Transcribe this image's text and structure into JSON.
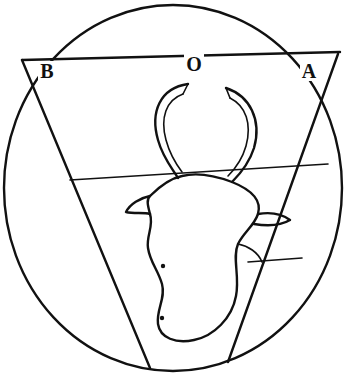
{
  "diagram": {
    "labels": [
      "B",
      "O",
      "A"
    ]
  }
}
